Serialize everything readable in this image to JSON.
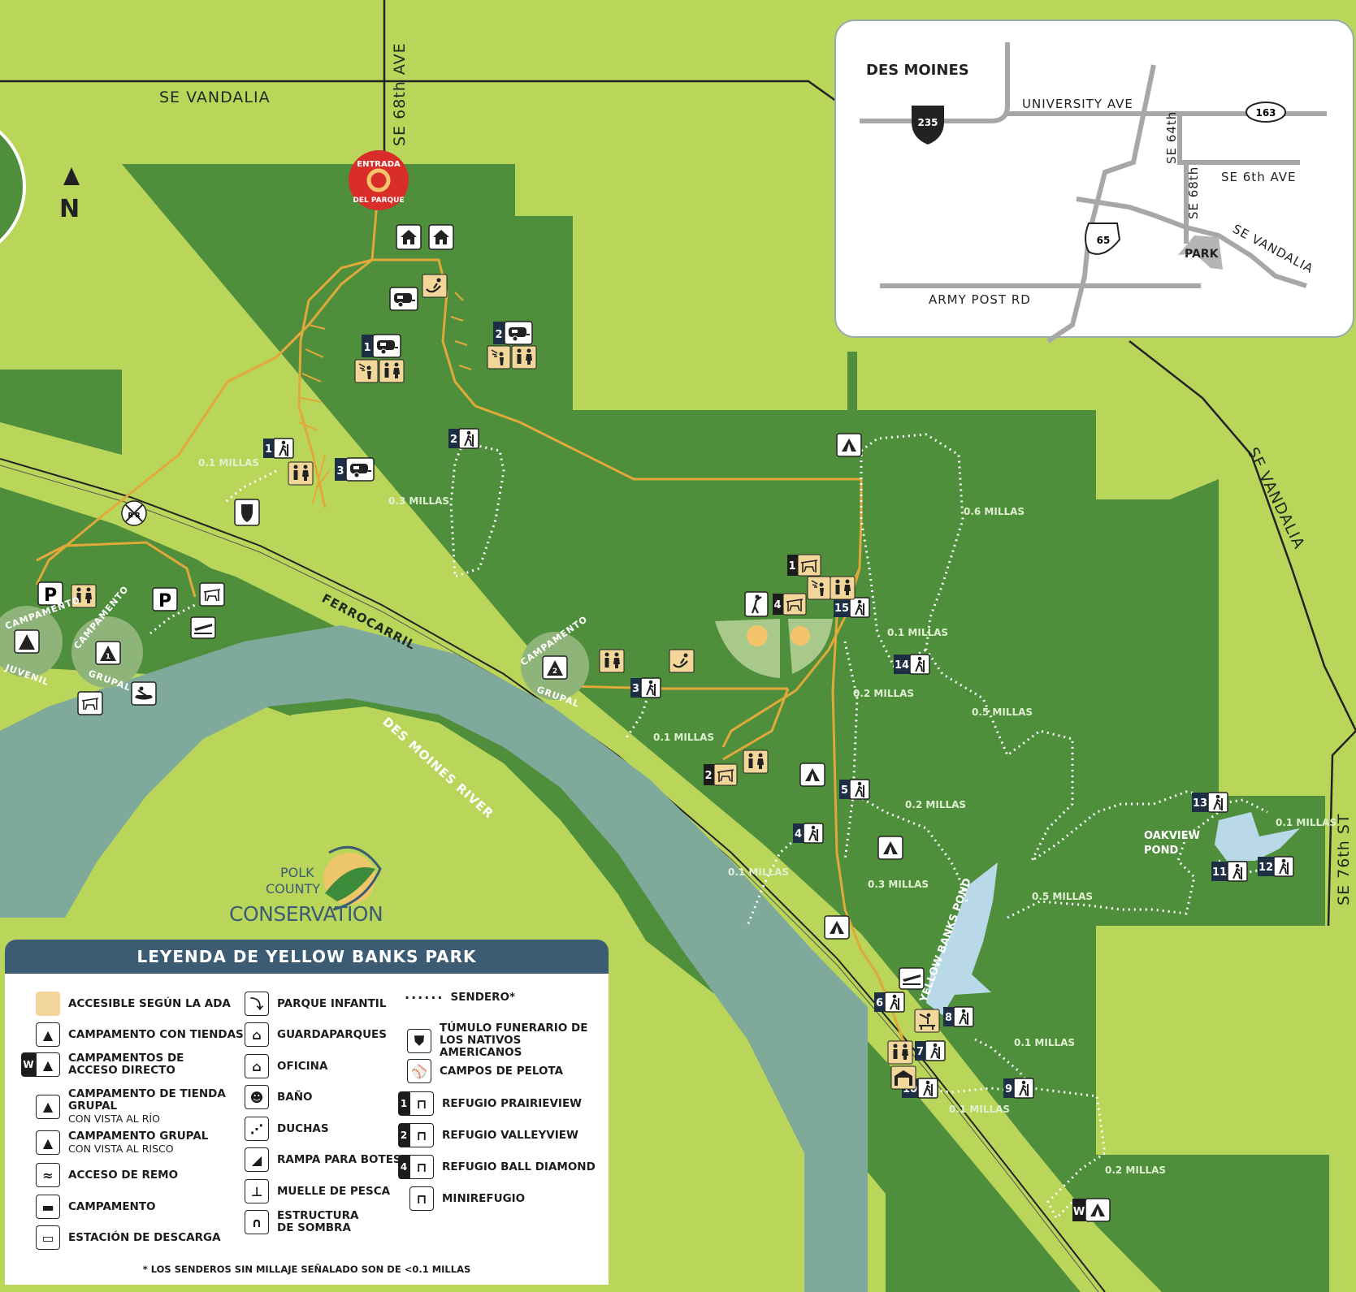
{
  "map": {
    "north": "N",
    "entrance": {
      "line1": "ENTRADA",
      "line2": "DEL PARQUE"
    },
    "roads": {
      "se_vandalia_top": "SE VANDALIA",
      "se_68th_ave": "SE 68th AVE",
      "se_vandalia_east": "SE VANDALIA",
      "se_76th_st": "SE 76th ST",
      "railroad": "FERROCARRIL",
      "river": "DES MOINES RIVER"
    },
    "features": {
      "yellow_banks_pond": "YELLOW BANKS POND",
      "oakview_pond": "OAKVIEW\nPOND",
      "oakview_line1": "OAKVIEW",
      "oakview_line2": "POND"
    },
    "campgrounds": {
      "juvenil": {
        "top": "CAMPAMENTO",
        "bottom": "JUVENIL"
      },
      "grupal1": {
        "top": "CAMPAMENTO",
        "bottom": "GRUPAL",
        "num": "1"
      },
      "grupal2": {
        "top": "CAMPAMENTO",
        "bottom": "GRUPAL",
        "num": "2"
      }
    },
    "trail_distances": {
      "d1": "0.1 MILLAS",
      "d2": "0.3 MILLAS",
      "d3": "0.6 MILLAS",
      "d4": "0.1 MILLAS",
      "d5": "0.2 MILLAS",
      "d6": "0.5 MILLAS",
      "d7": "0.1 MILLAS",
      "d8": "0.2 MILLAS",
      "d9": "0.1 MILLAS",
      "d10": "0.3 MILLAS",
      "d11": "0.5 MILLAS",
      "d12": "0.1 MILLAS",
      "d13": "0.1 MILLAS",
      "d14": "0.1 MILLAS",
      "d15": "0.2 MILLAS"
    },
    "trail_numbers": [
      "1",
      "2",
      "3",
      "4",
      "5",
      "6",
      "7",
      "8",
      "9",
      "10",
      "11",
      "12",
      "13",
      "14",
      "15"
    ],
    "shelter_numbers": [
      "1",
      "2",
      "4"
    ],
    "campground_numbers": [
      "1",
      "2",
      "3"
    ],
    "parking": "P",
    "walk_in": "W",
    "railroad_crossing": "R R",
    "logo": {
      "line1": "POLK",
      "line2": "COUNTY",
      "line3": "CONSERVATION"
    },
    "colors": {
      "park_green": "#4f8f3c",
      "light_green": "#b9d65a",
      "river": "#7fa99a",
      "trail": "#e0a93a",
      "legend_header": "#3c5c74",
      "entrance": "#d92d2a"
    }
  },
  "inset": {
    "city": "DES MOINES",
    "university": "UNIVERSITY AVE",
    "se_64th": "SE 64th",
    "se_68th": "SE 68th",
    "se_6th": "SE 6th AVE",
    "se_vandalia": "SE VANDALIA",
    "army_post": "ARMY POST RD",
    "park": "PARK",
    "i235": "235",
    "hwy163": "163",
    "us65": "65"
  },
  "legend": {
    "title": "LEYENDA DE YELLOW BANKS PARK",
    "ada": "ACCESIBLE SEGÚN LA ADA",
    "tent": "CAMPAMENTO CON TIENDAS",
    "walkin": "CAMPAMENTOS DE ACCESO DIRECTO",
    "group_tent": "CAMPAMENTO DE TIENDA GRUPAL",
    "group_tent_sub": "CON VISTA AL RÍO",
    "group_camp": "CAMPAMENTO GRUPAL",
    "group_camp_sub": "CON VISTA AL RISCO",
    "paddle": "ACCESO DE REMO",
    "camping": "CAMPAMENTO",
    "dump": "ESTACIÓN DE DESCARGA",
    "playground": "PARQUE INFANTIL",
    "ranger": "GUARDAPARQUES",
    "office": "OFICINA",
    "restroom": "BAÑO",
    "showers": "DUCHAS",
    "boat_ramp": "RAMPA PARA BOTES",
    "fishing": "MUELLE DE PESCA",
    "shade": "ESTRUCTURA DE SOMBRA",
    "trail": "SENDERO*",
    "mound": "TÚMULO FUNERARIO DE LOS NATIVOS AMERICANOS",
    "ballfields": "CAMPOS DE PELOTA",
    "prairieview": "REFUGIO PRAIRIEVIEW",
    "valleyview": "REFUGIO VALLEYVIEW",
    "ball_diamond": "REFUGIO BALL DIAMOND",
    "mini": "MINIREFUGIO",
    "note": "* LOS SENDEROS SIN MILLAJE SEÑALADO SON DE <0.1 MILLAS",
    "num1": "1",
    "num2": "2",
    "num4": "4",
    "w": "W"
  }
}
